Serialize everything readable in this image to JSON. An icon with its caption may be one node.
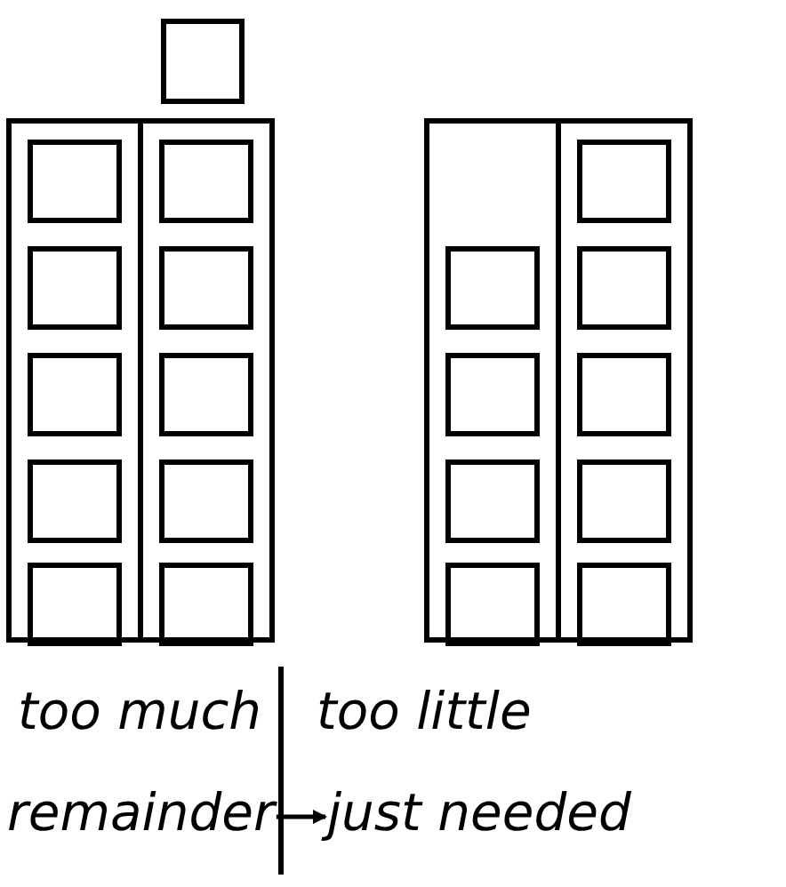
{
  "diagram": {
    "nodes": [
      {
        "text": [
          "remainder"
        ]
      },
      {
        "text": [
          "just needed"
        ]
      }
    ],
    "edges": [
      {
        "from": 0,
        "to": 1,
        "arrow": "to"
      }
    ],
    "labels": [
      "too much",
      "too little"
    ]
  }
}
